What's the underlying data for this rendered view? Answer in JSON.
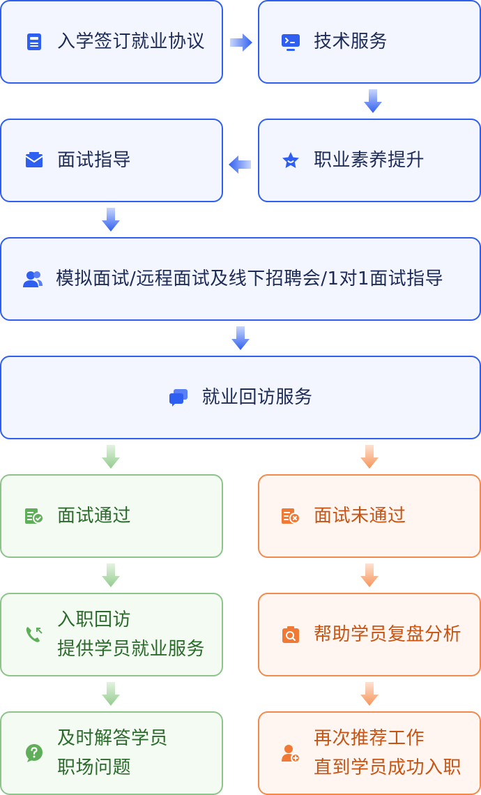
{
  "row1": {
    "left": "入学签订就业协议",
    "right": "技术服务"
  },
  "row2": {
    "left": "面试指导",
    "right": "职业素养提升"
  },
  "row3": {
    "text": "模拟面试/远程面试及线下招聘会/1对1面试指导"
  },
  "row4": {
    "text": "就业回访服务"
  },
  "pass": {
    "title": "面试通过",
    "step2": [
      "入职回访",
      "提供学员就业服务"
    ],
    "step3": [
      "及时解答学员",
      "职场问题"
    ]
  },
  "fail": {
    "title": "面试未通过",
    "step2": "帮助学员复盘分析",
    "step3": [
      "再次推荐工作",
      "直到学员成功入职"
    ]
  },
  "colors": {
    "blue": "#2f5ff0",
    "green": "#8dc48a",
    "orange": "#f3894a"
  }
}
